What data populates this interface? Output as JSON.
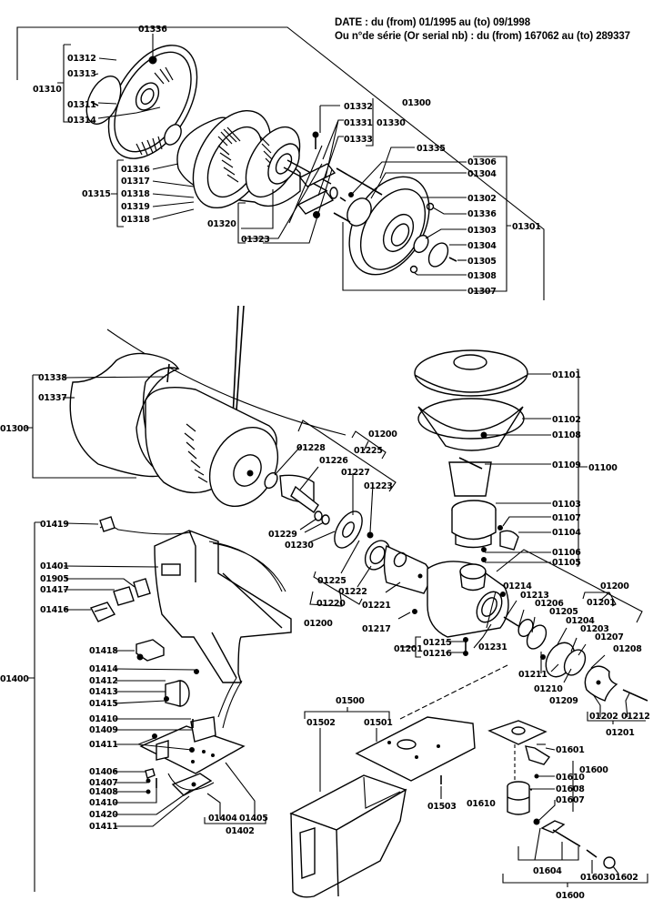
{
  "header": {
    "line1": "DATE : du  (from) 01/1995 au (to) 09/1998",
    "line2": "Ou n°de série (Or serial nb) : du (from) 167062 au (to) 289337"
  },
  "groups": {
    "motor_top": {
      "assembly": "01300",
      "endcap_group": "01310",
      "endcap_parts": [
        "01312",
        "01313",
        "01311",
        "01314"
      ],
      "top_nut": "01336",
      "cable_group": "01315",
      "cable_parts": [
        "01316",
        "01317",
        "01318",
        "01319",
        "01318"
      ],
      "brush_group": "01330",
      "brush_parts": [
        "01332",
        "01331",
        "01333"
      ],
      "rotor_group_labels": [
        "01320",
        "01323"
      ],
      "rod": "01335",
      "flange_group": "01301",
      "flange_parts": [
        "01306",
        "01304",
        "01302",
        "01336",
        "01303",
        "01304",
        "01305",
        "01308",
        "01307"
      ]
    },
    "motor_housing": {
      "assembly": "01300",
      "parts": [
        "01338",
        "01337"
      ]
    },
    "hopper": {
      "assembly": "01100",
      "parts": [
        "01101",
        "01102",
        "01108",
        "01109",
        "01103",
        "01107",
        "01104",
        "01106",
        "01105"
      ]
    },
    "screw_assembly": {
      "top_group": "01200",
      "sub_group_1": "01225",
      "parts": [
        "01228",
        "01226",
        "01227",
        "01223",
        "01229",
        "01230",
        "01225",
        "01222",
        "01221"
      ],
      "bottom_sub_group": "01220",
      "bottom_group": "01200"
    },
    "grinder_head": {
      "top_group": "01200",
      "sub_group": "01201",
      "parts": [
        "01214",
        "01213",
        "01206",
        "01205",
        "01204",
        "01203",
        "01207",
        "01208",
        "01231",
        "01211",
        "01210",
        "01209",
        "01217"
      ],
      "screw_group": "01201",
      "screw_parts": [
        "01215",
        "01216"
      ],
      "knob_parts": [
        "01202",
        "01212"
      ],
      "knob_group": "01201"
    },
    "electrical": {
      "assembly": "01400",
      "parts": [
        "01419",
        "01401",
        "01905",
        "01417",
        "01416",
        "01418",
        "01414",
        "01412",
        "01413",
        "01415",
        "01410",
        "01409",
        "01411",
        "01406",
        "01407",
        "01408",
        "01410",
        "01420",
        "01411"
      ],
      "board_group_parts": [
        "01404",
        "01405"
      ],
      "board_group": "01402"
    },
    "tray": {
      "assembly": "01500",
      "parts": [
        "01502",
        "01501",
        "01503"
      ]
    },
    "lever": {
      "assembly": "01600",
      "parts": [
        "01601",
        "01610",
        "01608",
        "01607",
        "01610"
      ],
      "sub_group": "01604",
      "spring_parts": [
        "01603",
        "01602"
      ],
      "bottom_assembly": "01600"
    }
  },
  "labels": [
    {
      "id": "l-01336a",
      "text": "01336"
    },
    {
      "id": "l-01312",
      "text": "01312"
    },
    {
      "id": "l-01313",
      "text": "01313"
    },
    {
      "id": "l-01310",
      "text": "01310"
    },
    {
      "id": "l-01311",
      "text": "01311"
    },
    {
      "id": "l-01314",
      "text": "01314"
    },
    {
      "id": "l-01300a",
      "text": "01300"
    },
    {
      "id": "l-01332",
      "text": "01332"
    },
    {
      "id": "l-01331",
      "text": "01331"
    },
    {
      "id": "l-01330",
      "text": "01330"
    },
    {
      "id": "l-01333",
      "text": "01333"
    },
    {
      "id": "l-01335",
      "text": "01335"
    },
    {
      "id": "l-01306",
      "text": "01306"
    },
    {
      "id": "l-01304a",
      "text": "01304"
    },
    {
      "id": "l-01302",
      "text": "01302"
    },
    {
      "id": "l-01336b",
      "text": "01336"
    },
    {
      "id": "l-01303",
      "text": "01303"
    },
    {
      "id": "l-01301",
      "text": "01301"
    },
    {
      "id": "l-01304b",
      "text": "01304"
    },
    {
      "id": "l-01305",
      "text": "01305"
    },
    {
      "id": "l-01308",
      "text": "01308"
    },
    {
      "id": "l-01307",
      "text": "01307"
    },
    {
      "id": "l-01316",
      "text": "01316"
    },
    {
      "id": "l-01317",
      "text": "01317"
    },
    {
      "id": "l-01315",
      "text": "01315"
    },
    {
      "id": "l-01318a",
      "text": "01318"
    },
    {
      "id": "l-01319",
      "text": "01319"
    },
    {
      "id": "l-01318b",
      "text": "01318"
    },
    {
      "id": "l-01320",
      "text": "01320"
    },
    {
      "id": "l-01323",
      "text": "01323"
    },
    {
      "id": "l-01338",
      "text": "01338"
    },
    {
      "id": "l-01337",
      "text": "01337"
    },
    {
      "id": "l-01300b",
      "text": "01300"
    },
    {
      "id": "l-01101",
      "text": "01101"
    },
    {
      "id": "l-01102",
      "text": "01102"
    },
    {
      "id": "l-01108",
      "text": "01108"
    },
    {
      "id": "l-01109",
      "text": "01109"
    },
    {
      "id": "l-01100",
      "text": "01100"
    },
    {
      "id": "l-01103",
      "text": "01103"
    },
    {
      "id": "l-01107",
      "text": "01107"
    },
    {
      "id": "l-01104",
      "text": "01104"
    },
    {
      "id": "l-01106",
      "text": "01106"
    },
    {
      "id": "l-01105",
      "text": "01105"
    },
    {
      "id": "l-01200a",
      "text": "01200"
    },
    {
      "id": "l-01225a",
      "text": "01225"
    },
    {
      "id": "l-01228",
      "text": "01228"
    },
    {
      "id": "l-01226",
      "text": "01226"
    },
    {
      "id": "l-01227",
      "text": "01227"
    },
    {
      "id": "l-01223",
      "text": "01223"
    },
    {
      "id": "l-01229",
      "text": "01229"
    },
    {
      "id": "l-01230",
      "text": "01230"
    },
    {
      "id": "l-01225b",
      "text": "01225"
    },
    {
      "id": "l-01222",
      "text": "01222"
    },
    {
      "id": "l-01221",
      "text": "01221"
    },
    {
      "id": "l-01220",
      "text": "01220"
    },
    {
      "id": "l-01200b",
      "text": "01200"
    },
    {
      "id": "l-01200c",
      "text": "01200"
    },
    {
      "id": "l-01201a",
      "text": "01201"
    },
    {
      "id": "l-01214",
      "text": "01214"
    },
    {
      "id": "l-01213",
      "text": "01213"
    },
    {
      "id": "l-01206",
      "text": "01206"
    },
    {
      "id": "l-01205",
      "text": "01205"
    },
    {
      "id": "l-01204",
      "text": "01204"
    },
    {
      "id": "l-01203",
      "text": "01203"
    },
    {
      "id": "l-01207",
      "text": "01207"
    },
    {
      "id": "l-01208",
      "text": "01208"
    },
    {
      "id": "l-01217",
      "text": "01217"
    },
    {
      "id": "l-01231",
      "text": "01231"
    },
    {
      "id": "l-01215",
      "text": "01215"
    },
    {
      "id": "l-01201b",
      "text": "01201"
    },
    {
      "id": "l-01216",
      "text": "01216"
    },
    {
      "id": "l-01211",
      "text": "01211"
    },
    {
      "id": "l-01210",
      "text": "01210"
    },
    {
      "id": "l-01209",
      "text": "01209"
    },
    {
      "id": "l-01202",
      "text": "01202"
    },
    {
      "id": "l-01212",
      "text": "01212"
    },
    {
      "id": "l-01201c",
      "text": "01201"
    },
    {
      "id": "l-01419",
      "text": "01419"
    },
    {
      "id": "l-01401",
      "text": "01401"
    },
    {
      "id": "l-01905",
      "text": "01905"
    },
    {
      "id": "l-01417",
      "text": "01417"
    },
    {
      "id": "l-01416",
      "text": "01416"
    },
    {
      "id": "l-01400",
      "text": "01400"
    },
    {
      "id": "l-01418",
      "text": "01418"
    },
    {
      "id": "l-01414",
      "text": "01414"
    },
    {
      "id": "l-01412",
      "text": "01412"
    },
    {
      "id": "l-01413",
      "text": "01413"
    },
    {
      "id": "l-01415",
      "text": "01415"
    },
    {
      "id": "l-01410a",
      "text": "01410"
    },
    {
      "id": "l-01409",
      "text": "01409"
    },
    {
      "id": "l-01411a",
      "text": "01411"
    },
    {
      "id": "l-01406",
      "text": "01406"
    },
    {
      "id": "l-01407",
      "text": "01407"
    },
    {
      "id": "l-01408",
      "text": "01408"
    },
    {
      "id": "l-01410b",
      "text": "01410"
    },
    {
      "id": "l-01420",
      "text": "01420"
    },
    {
      "id": "l-01411b",
      "text": "01411"
    },
    {
      "id": "l-01404",
      "text": "01404"
    },
    {
      "id": "l-01405",
      "text": "01405"
    },
    {
      "id": "l-01402",
      "text": "01402"
    },
    {
      "id": "l-01500",
      "text": "01500"
    },
    {
      "id": "l-01502",
      "text": "01502"
    },
    {
      "id": "l-01501",
      "text": "01501"
    },
    {
      "id": "l-01503",
      "text": "01503"
    },
    {
      "id": "l-01601",
      "text": "01601"
    },
    {
      "id": "l-01600a",
      "text": "01600"
    },
    {
      "id": "l-01610a",
      "text": "01610"
    },
    {
      "id": "l-01608",
      "text": "01608"
    },
    {
      "id": "l-01610b",
      "text": "01610"
    },
    {
      "id": "l-01607",
      "text": "01607"
    },
    {
      "id": "l-01604",
      "text": "01604"
    },
    {
      "id": "l-01603",
      "text": "01603"
    },
    {
      "id": "l-01602",
      "text": "01602"
    },
    {
      "id": "l-01600b",
      "text": "01600"
    }
  ]
}
